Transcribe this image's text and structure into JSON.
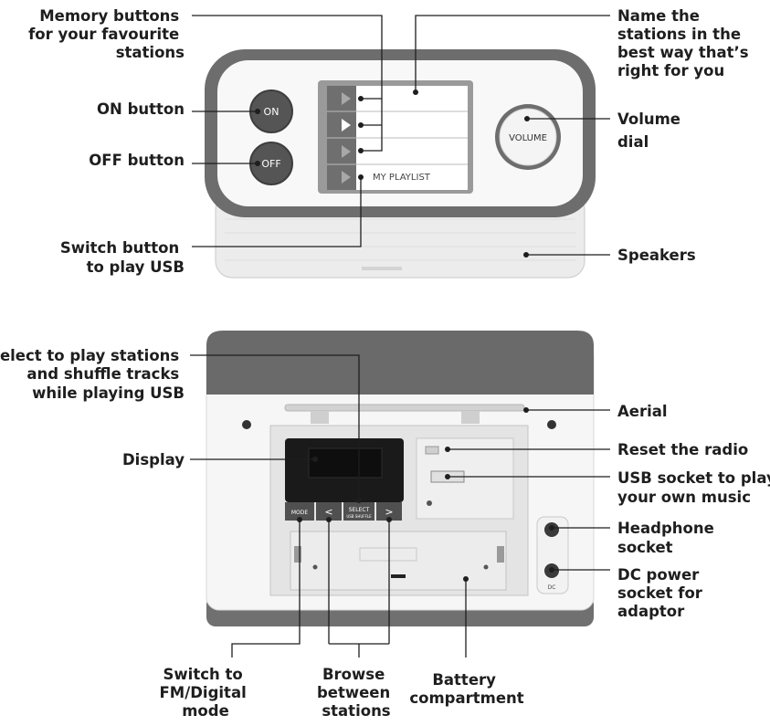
{
  "top_view": {
    "labels": {
      "memory_buttons": [
        "Memory buttons",
        "for your favourite",
        "stations"
      ],
      "on_button": "ON button",
      "off_button": "OFF button",
      "switch_usb": [
        "Switch button",
        "to play USB"
      ],
      "name_stations": [
        "Name the",
        "stations in the",
        "best way that’s",
        "right for you"
      ],
      "volume_dial": [
        "Volume",
        "dial"
      ],
      "speakers": "Speakers"
    },
    "device": {
      "on_text": "ON",
      "off_text": "OFF",
      "volume_text": "VOLUME",
      "playlist_text": "MY PLAYLIST"
    }
  },
  "back_view": {
    "labels": {
      "select_play": [
        "Select to play stations",
        "and shuffle tracks",
        "while playing USB"
      ],
      "display": "Display",
      "aerial": "Aerial",
      "reset": "Reset the radio",
      "usb_socket": [
        "USB socket to play",
        "your own music"
      ],
      "headphone": [
        "Headphone",
        "socket"
      ],
      "dc_power": [
        "DC power",
        "socket for",
        "adaptor"
      ],
      "switch_mode": [
        "Switch to",
        "FM/Digital",
        "mode"
      ],
      "browse": [
        "Browse",
        "between",
        "stations"
      ],
      "battery": [
        "Battery",
        "compartment"
      ]
    },
    "device": {
      "mode_text": "MODE",
      "prev_text": "<",
      "select_text": "SELECT",
      "select_sub": "USB SHUFFLE",
      "next_text": ">",
      "dc_text": "DC"
    }
  }
}
